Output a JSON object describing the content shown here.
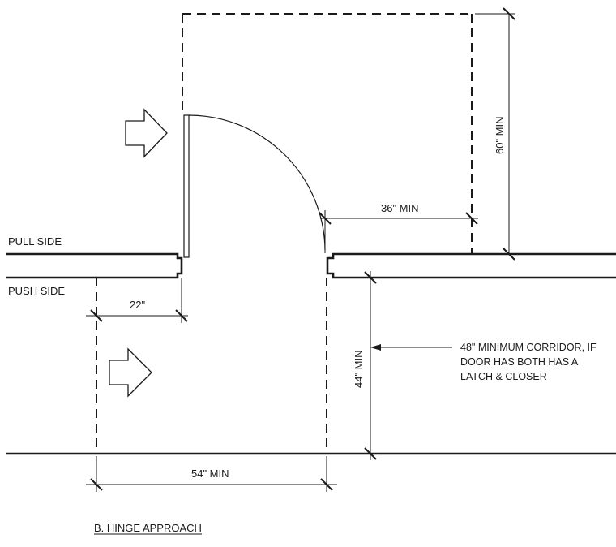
{
  "labels": {
    "pull_side": "PULL SIDE",
    "push_side": "PUSH SIDE",
    "dim_22": "22\"",
    "dim_36": "36\" MIN",
    "dim_60": "60\" MIN",
    "dim_44": "44\" MIN",
    "dim_54": "54\" MIN",
    "note_line1": "48\" MINIMUM CORRIDOR, IF",
    "note_line2": "DOOR HAS BOTH HAS A",
    "note_line3": "LATCH & CLOSER",
    "caption": "B. HINGE APPROACH"
  },
  "icons": {
    "approach_arrow_pull": "hollow-right-arrow",
    "approach_arrow_push": "hollow-right-arrow"
  }
}
